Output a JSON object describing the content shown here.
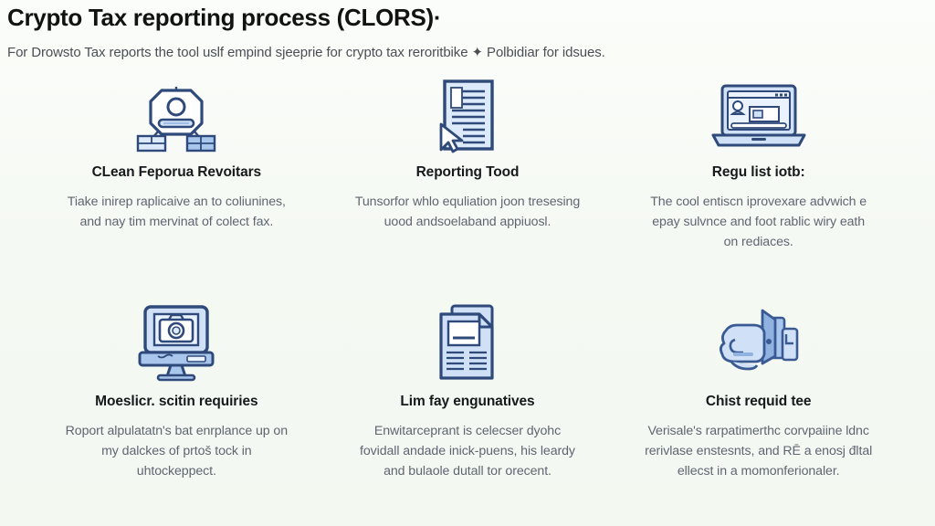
{
  "header": {
    "title": "Crypto Tax reporting process (CLORS)·",
    "subtitle": "For Drowsto Tax reports the tool uslf empind sjeeprie for crypto tax reroritbike ✦ Polbidiar for idsues."
  },
  "theme": {
    "background": "#f5f9f3",
    "title_color": "#121212",
    "subtitle_color": "#4a4f55",
    "heading_color": "#17191c",
    "body_color": "#5f6672",
    "icon_stroke": "#2f4a7a",
    "icon_fill_light": "#cfe0f7",
    "icon_fill_mid": "#a9c6ec",
    "icon_fill_pale": "#eaf2fd"
  },
  "cards": [
    {
      "icon": "robot-machine-icon",
      "heading": "CLean Feporua Revoitars",
      "body": "Tiake inirep raplicaive an to coliunines, and nay tim mervinat of colect fax."
    },
    {
      "icon": "document-cursor-icon",
      "heading": "Reporting Tood",
      "body": "Tunsorfor whlo equliation joon tresesing uood andsoelaband appiuosl."
    },
    {
      "icon": "laptop-browser-icon",
      "heading": "Regu list iotb:",
      "body": "The cool entiscn iprovexare advwich e epay sulvnce and foot rablic wiry eath on rediaces."
    },
    {
      "icon": "monitor-camera-icon",
      "heading": "Moeslicr. scitin requiries",
      "body": "Roport alpulatatn's bat enrplance up on my dalckes of prtoš tock in uhtockeppect."
    },
    {
      "icon": "stacked-documents-icon",
      "heading": "Lim fay engunatives",
      "body": "Enwitarceprant is celecser dyohc fovidall andade inick-puens, his leardy and bulaole dutall tor orecent."
    },
    {
      "icon": "megaphone-hand-icon",
      "heading": "Chist requid tee",
      "body": "Verisale's rarpatimerthc corvpaiine ldnc rerivlase enstesnts, and RĒ a enosj đltal ellecst in a momonferionaler."
    }
  ]
}
